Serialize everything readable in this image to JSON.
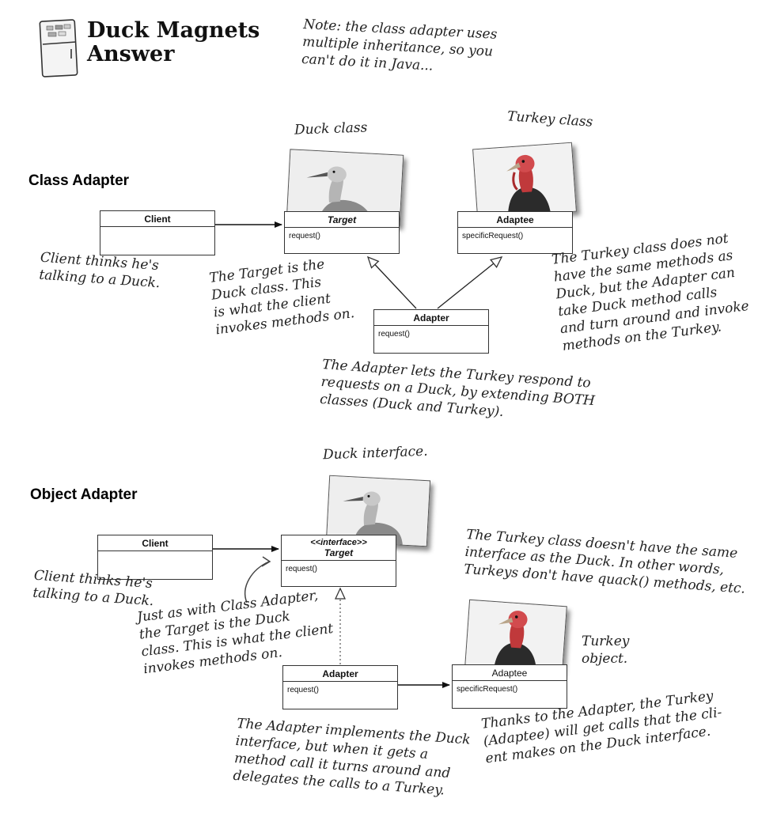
{
  "header": {
    "title": "Duck Magnets\nAnswer",
    "icon": "fridge-icon",
    "note": "Note: the class adapter uses\nmultiple inheritance, so you\ncan't do it in Java..."
  },
  "class_adapter": {
    "section_title": "Class Adapter",
    "duck_caption": "Duck class",
    "turkey_caption": "Turkey class",
    "client": {
      "name": "Client",
      "ops": ""
    },
    "target": {
      "name": "Target",
      "ops": "request()"
    },
    "adaptee": {
      "name": "Adaptee",
      "ops": "specificRequest()"
    },
    "adapter": {
      "name": "Adapter",
      "ops": "request()"
    },
    "note_client": "Client thinks he's\ntalking to a Duck.",
    "note_target": "The Target is the\nDuck class. This\nis what the client\ninvokes methods on.",
    "note_turkey": "The Turkey class does not\nhave the same methods as\nDuck, but the Adapter can\ntake Duck method calls\nand turn around and invoke\nmethods on the Turkey.",
    "note_adapter": "The Adapter lets the Turkey respond to\nrequests on a Duck, by extending BOTH\nclasses (Duck and Turkey)."
  },
  "object_adapter": {
    "section_title": "Object Adapter",
    "duck_caption": "Duck interface.",
    "turkey_caption": "Turkey\nobject.",
    "client": {
      "name": "Client",
      "ops": ""
    },
    "target": {
      "stereotype": "<<interface>>",
      "name": "Target",
      "ops": "request()"
    },
    "adaptee": {
      "name": "Adaptee",
      "ops": "specificRequest()"
    },
    "adapter": {
      "name": "Adapter",
      "ops": "request()"
    },
    "note_client": "Client thinks he's\ntalking to a Duck.",
    "note_target": "Just as with Class Adapter,\nthe Target is the Duck\nclass. This is what the client\ninvokes methods on.",
    "note_turkey": "The Turkey class doesn't have the same\ninterface as the Duck. In other words,\nTurkeys don't have quack() methods, etc.",
    "note_adapter": "The Adapter implements the Duck\ninterface, but when it gets a\nmethod call it turns around and\ndelegates the calls to a Turkey.",
    "note_adaptee": "Thanks to the Adapter, the Turkey\n(Adaptee) will get calls that the cli-\nent makes on the Duck interface."
  }
}
